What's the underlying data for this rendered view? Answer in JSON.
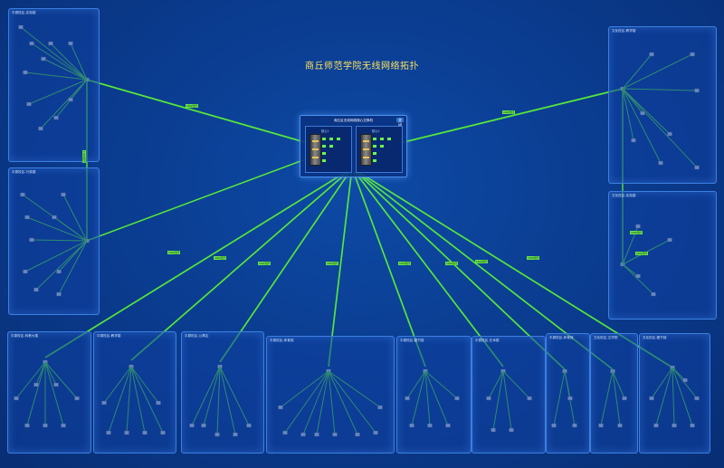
{
  "page": {
    "title": "商丘师范学院无线网络拓扑",
    "core": {
      "title": "商丘区无线网络核心交换机",
      "close_label": "关 闭"
    },
    "core_boxes": [
      "核心1",
      "核心2"
    ]
  },
  "colors": {
    "background": "#0b3a8a",
    "panel_border": "#3b7fe0",
    "link": "#56e63a",
    "title": "#ffe15a"
  },
  "icons": [
    "switch-icon",
    "rack-server-icon",
    "close-icon"
  ],
  "panels": [
    {
      "id": "p1",
      "title": "平原校区-实验楼"
    },
    {
      "id": "p2",
      "title": "平原校区-行政楼"
    },
    {
      "id": "p3",
      "title": "平原校区-科教大楼"
    },
    {
      "id": "p4",
      "title": "平原校区-教学楼"
    },
    {
      "id": "p5",
      "title": "平原校区-公寓区"
    },
    {
      "id": "p6",
      "title": "平原校区-体育馆"
    },
    {
      "id": "p7",
      "title": "平原校区-图书馆"
    },
    {
      "id": "p8",
      "title": "平原校区-艺术楼"
    },
    {
      "id": "p9",
      "title": "平原校区-体育馆"
    },
    {
      "id": "p10",
      "title": "文化校区-文学院"
    },
    {
      "id": "p11",
      "title": "文化校区-图书馆"
    },
    {
      "id": "p12",
      "title": "文化校区-教学楼"
    },
    {
      "id": "p13",
      "title": "文化校区-实验楼"
    }
  ],
  "wire_labels": [
    "10G光纤",
    "10G光纤",
    "10G光纤",
    "10G光纤",
    "10G光纤",
    "10G光纤",
    "10G光纤",
    "10G光纤",
    "10G光纤",
    "10G光纤",
    "10G光纤",
    "10G光纤",
    "10G光纤"
  ]
}
